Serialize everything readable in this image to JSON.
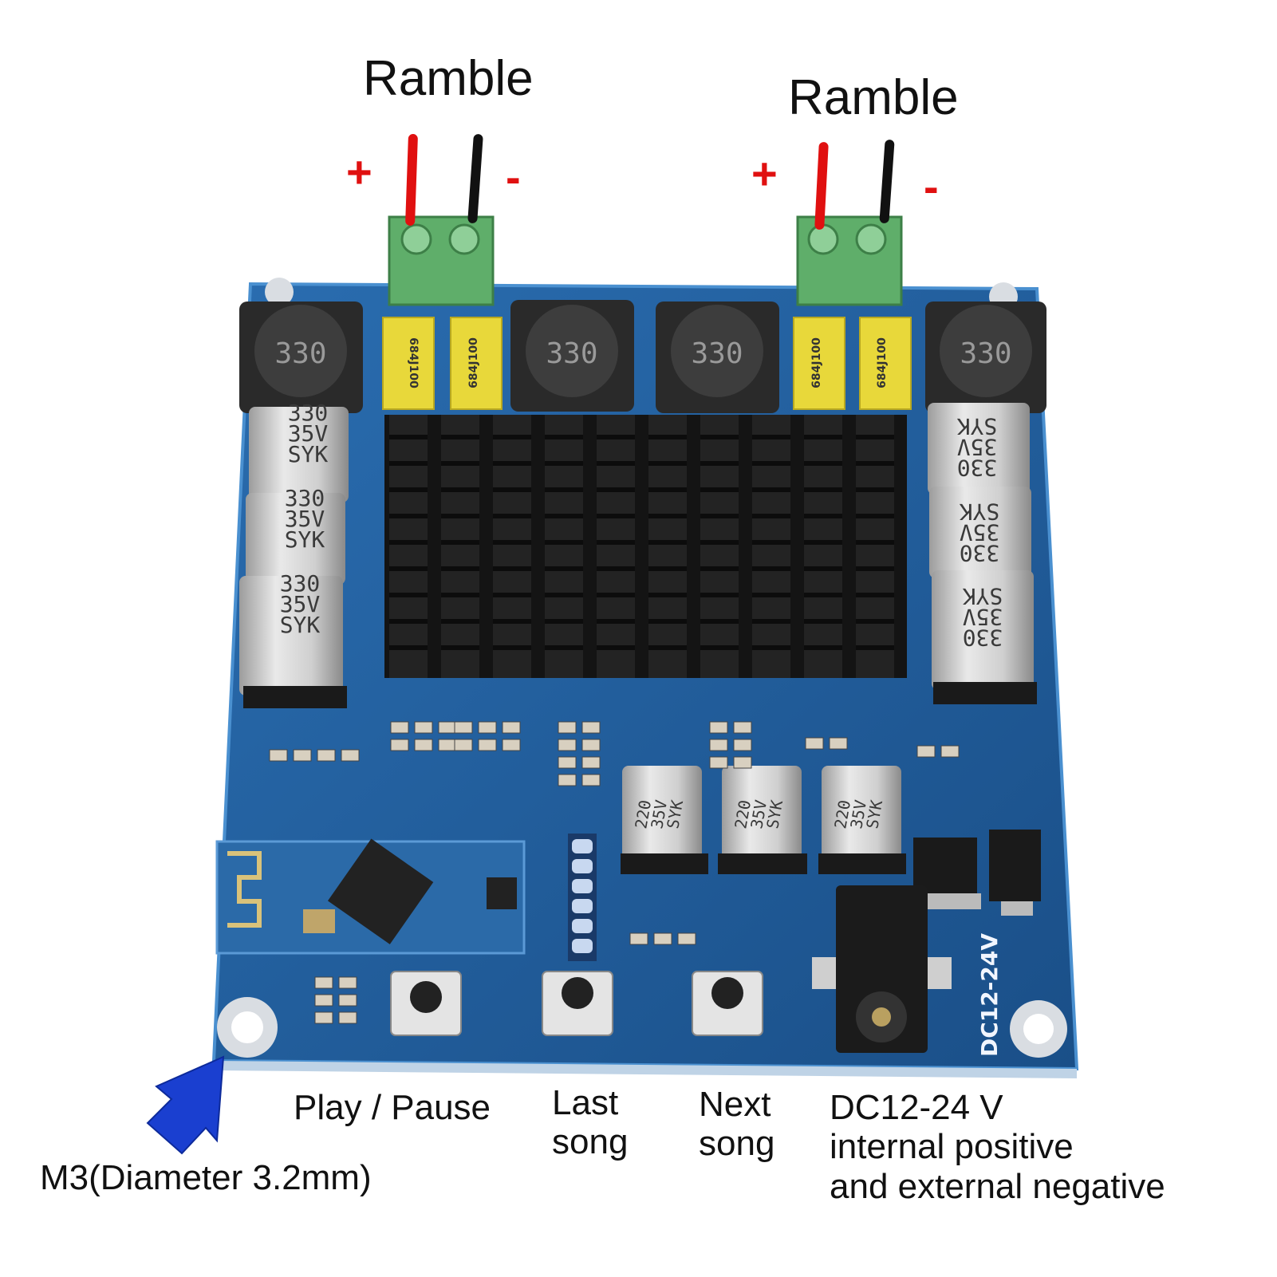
{
  "terminals": [
    {
      "label": "Ramble",
      "plus": "+",
      "minus": "-"
    },
    {
      "label": "Ramble",
      "plus": "+",
      "minus": "-"
    }
  ],
  "bottom_labels": {
    "play_pause": "Play / Pause",
    "last_song": "Last\nsong",
    "next_song": "Next\nsong",
    "power": "DC12-24 V\ninternal positive\nand external negative",
    "mount_hole": "M3(Diameter 3.2mm)"
  },
  "components": {
    "inductor_marking": "330",
    "film_cap_marking": "684J100",
    "big_cap_lines": [
      "330",
      "35V",
      "SYK"
    ],
    "small_cap_lines": [
      "220",
      "35V",
      "SYK"
    ],
    "board_silk": "DC12-24V"
  },
  "colors": {
    "board": "#1f5f9e",
    "board_edge": "#2c78bd",
    "heatsink": "#141414",
    "terminal": "#5fae6a",
    "film_cap": "#e8d83a",
    "wire_positive": "#e01010",
    "wire_negative": "#111111",
    "arrow": "#1a3fd0"
  }
}
